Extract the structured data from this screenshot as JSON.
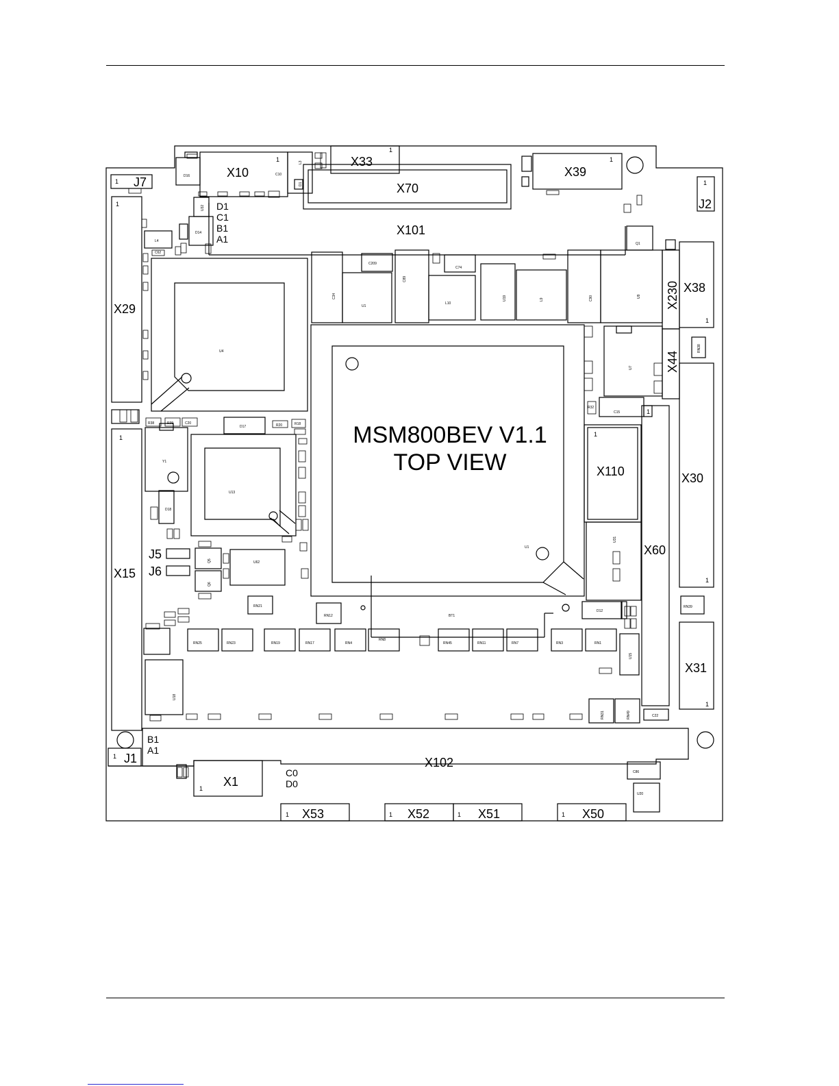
{
  "title": {
    "line1": "MSM800BEV V1.1",
    "line2": "TOP VIEW"
  },
  "connectors": {
    "x10": "X10",
    "x33": "X33",
    "x39": "X39",
    "x70": "X70",
    "x101": "X101",
    "j7": "J7",
    "j2": "J2",
    "x29": "X29",
    "x38": "X38",
    "x230": "X230",
    "x44": "X44",
    "x110": "X110",
    "x30": "X30",
    "x60": "X60",
    "x15": "X15",
    "x31": "X31",
    "j5": "J5",
    "j6": "J6",
    "j1": "J1",
    "x102": "X102",
    "x1": "X1",
    "x53": "X53",
    "x52": "X52",
    "x51": "X51",
    "x50": "X50"
  },
  "pin_labels": {
    "top": [
      "D1",
      "C1",
      "B1",
      "A1"
    ],
    "bottom_left": [
      "B1",
      "A1"
    ],
    "bottom_mid": [
      "C0",
      "D0"
    ],
    "pin1": "1"
  },
  "components": {
    "u4": "U4",
    "u13": "U13",
    "u1": "U1",
    "u1b": "U1",
    "y1": "Y1",
    "d17": "D17",
    "d18": "D18",
    "u62": "U62",
    "rn21": "RN21",
    "rn12": "RN12",
    "bt1": "BT1",
    "rn25": "RN25",
    "rn23": "RN23",
    "rn19": "RN19",
    "rn17": "RN17",
    "rn4": "RN4",
    "rn8": "RN8",
    "rn45": "RN45",
    "rn11": "RN11",
    "rn7": "RN7",
    "rn3": "RN3",
    "rn1": "RN1",
    "u18": "U18",
    "u15": "U15",
    "c34": "C34",
    "c209": "C209",
    "c89": "C89",
    "c74": "C74",
    "l10": "L10",
    "u19": "U19",
    "l9": "L9",
    "c90": "C90",
    "u9": "U9",
    "q1": "Q1",
    "u7": "U7",
    "c15": "C15",
    "u31": "U31",
    "d12": "D12",
    "rn39": "RN39",
    "rn38": "RN38",
    "rn31": "RN31",
    "rn49": "RN49",
    "c22": "C22",
    "c86": "C86",
    "u20": "U20",
    "d16": "D16",
    "c10": "C10",
    "l4": "L4",
    "d14": "D14",
    "r38": "R38",
    "r39": "R39",
    "c20": "C20",
    "r20": "R20",
    "r18": "R18",
    "q5": "Q5",
    "q6": "Q6",
    "d1": "D1",
    "c62": "C62",
    "u32": "U32",
    "r32": "R32",
    "l3": "L3"
  }
}
